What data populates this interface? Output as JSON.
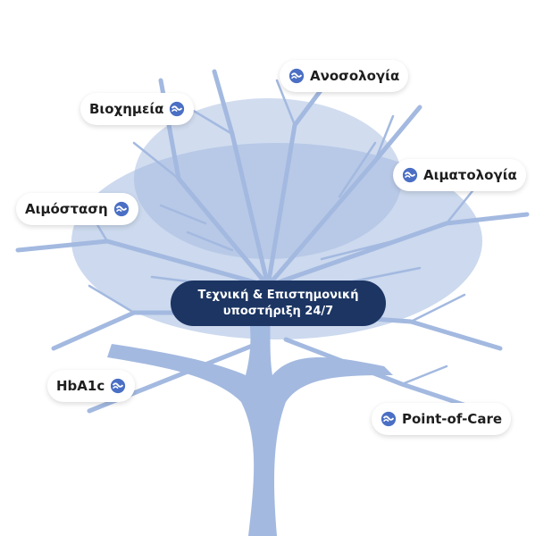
{
  "diagram": {
    "center": {
      "line1": "Τεχνική & Επιστημονική",
      "line2": "υποστήριξη 24/7"
    },
    "labels": [
      {
        "text": "Ανοσολογία",
        "icon": "brand-swirl-icon",
        "icon_side": "left"
      },
      {
        "text": "Βιοχημεία",
        "icon": "brand-swirl-icon",
        "icon_side": "right"
      },
      {
        "text": "Αιματολογία",
        "icon": "brand-swirl-icon",
        "icon_side": "left"
      },
      {
        "text": "Αιμόσταση",
        "icon": "brand-swirl-icon",
        "icon_side": "right"
      },
      {
        "text": "HbA1c",
        "icon": "brand-swirl-icon",
        "icon_side": "right"
      },
      {
        "text": "Point-of-Care",
        "icon": "brand-swirl-icon",
        "icon_side": "left"
      }
    ],
    "colors": {
      "tree": "#a3b9e0",
      "center_bg": "#1c3563",
      "icon": "#4a6fc4",
      "text": "#1e1e1e"
    }
  }
}
